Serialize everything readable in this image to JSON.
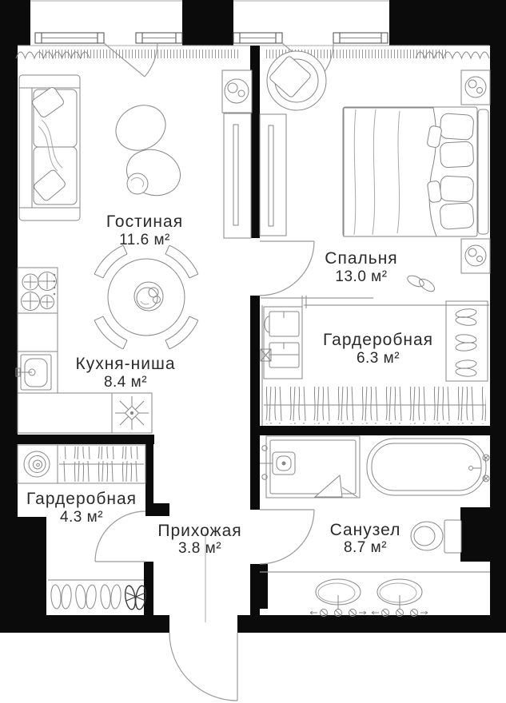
{
  "rooms": {
    "living": {
      "name": "Гостиная",
      "area": "11.6 м²"
    },
    "bedroom": {
      "name": "Спальня",
      "area": "13.0 м²"
    },
    "kitchen": {
      "name": "Кухня-ниша",
      "area": "8.4 м²"
    },
    "wardrobe_large": {
      "name": "Гардеробная",
      "area": "6.3 м²"
    },
    "wardrobe_small": {
      "name": "Гардеробная",
      "area": "4.3 м²"
    },
    "hallway": {
      "name": "Прихожая",
      "area": "3.8 м²"
    },
    "bathroom": {
      "name": "Санузел",
      "area": "8.7 м²"
    }
  },
  "colors": {
    "wall": "#0b0b0b",
    "furniture_line": "#878787",
    "door_line": "#9a9a9a",
    "text": "#2a2a2a",
    "background": "#ffffff"
  }
}
